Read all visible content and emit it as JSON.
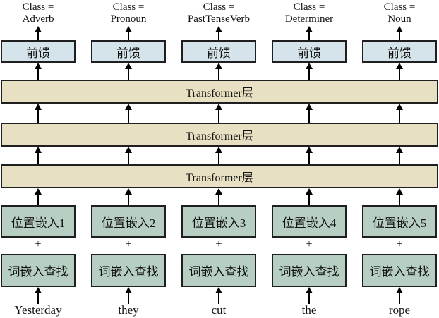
{
  "labels": {
    "feedforward": "前馈",
    "transformer_layer": "Transformer层",
    "word_lookup": "词嵌入查找",
    "plus": "+"
  },
  "columns": [
    {
      "class_prefix": "Class =",
      "class_name": "Adverb",
      "position_label": "位置嵌入1",
      "input_word": "Yesterday"
    },
    {
      "class_prefix": "Class =",
      "class_name": "Pronoun",
      "position_label": "位置嵌入2",
      "input_word": "they"
    },
    {
      "class_prefix": "Class =",
      "class_name": "PastTenseVerb",
      "position_label": "位置嵌入3",
      "input_word": "cut"
    },
    {
      "class_prefix": "Class =",
      "class_name": "Determiner",
      "position_label": "位置嵌入4",
      "input_word": "the"
    },
    {
      "class_prefix": "Class =",
      "class_name": "Noun",
      "position_label": "位置嵌入5",
      "input_word": "rope"
    }
  ],
  "transformer_layer_count": 3,
  "colors": {
    "feedforward_fill": "#d5e3eb",
    "transformer_fill": "#e8e0c2",
    "embedding_fill": "#b7cfc2",
    "border": "#1f1f1f"
  }
}
